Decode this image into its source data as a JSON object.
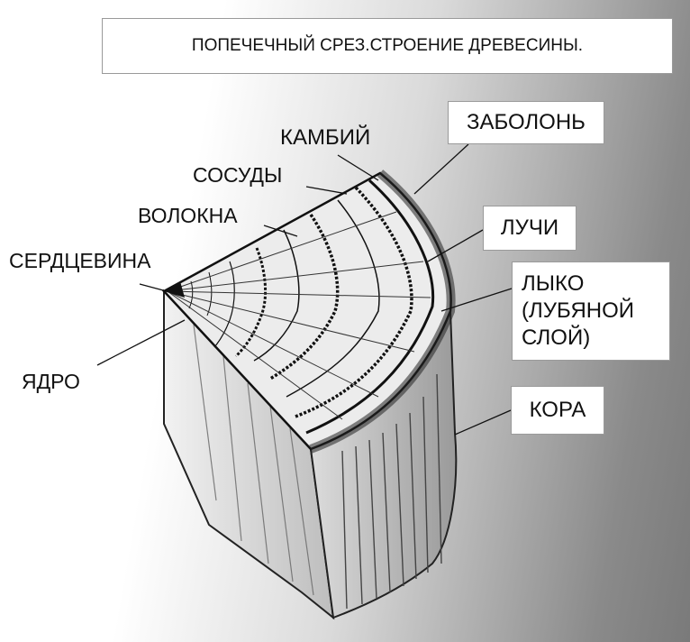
{
  "title": "ПОПЕЧЕЧНЫЙ СРЕЗ.СТРОЕНИЕ ДРЕВЕСИНЫ.",
  "labels": {
    "zabolon": "ЗАБОЛОНЬ",
    "kambiy": "КАМБИЙ",
    "sosudy": "СОСУДЫ",
    "volokna": "ВОЛОКНА",
    "serdcevina": "СЕРДЦЕВИНА",
    "luchi": "ЛУЧИ",
    "lyko": [
      "ЛЫКО",
      "(ЛУБЯНОЙ",
      "СЛОЙ)"
    ],
    "yadro": "ЯДРО",
    "kora": "КОРА"
  },
  "colors": {
    "ink": "#111111",
    "box_border": "#9a9a9a",
    "wood_light": "#e8e8e8",
    "wood_dark": "#1a1a1a"
  }
}
